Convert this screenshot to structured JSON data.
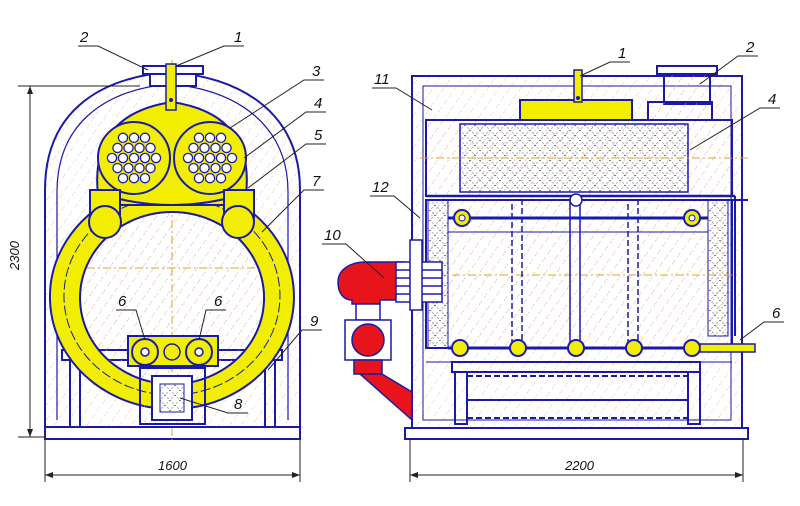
{
  "colors": {
    "line": "#1a1aa8",
    "part": "#f2ee00",
    "burner": "#e8141b",
    "pipe_fill": "#ffffff",
    "hatch": "#d9a0a0",
    "axis": "#e0a030",
    "leader": "#222222"
  },
  "dimensions": {
    "height": "2300",
    "front_width": "1600",
    "side_length": "2200"
  },
  "labels": {
    "front": [
      "2",
      "1",
      "3",
      "4",
      "5",
      "7",
      "6",
      "6",
      "9",
      "8"
    ],
    "side": [
      "1",
      "2",
      "11",
      "4",
      "12",
      "10",
      "6"
    ]
  }
}
